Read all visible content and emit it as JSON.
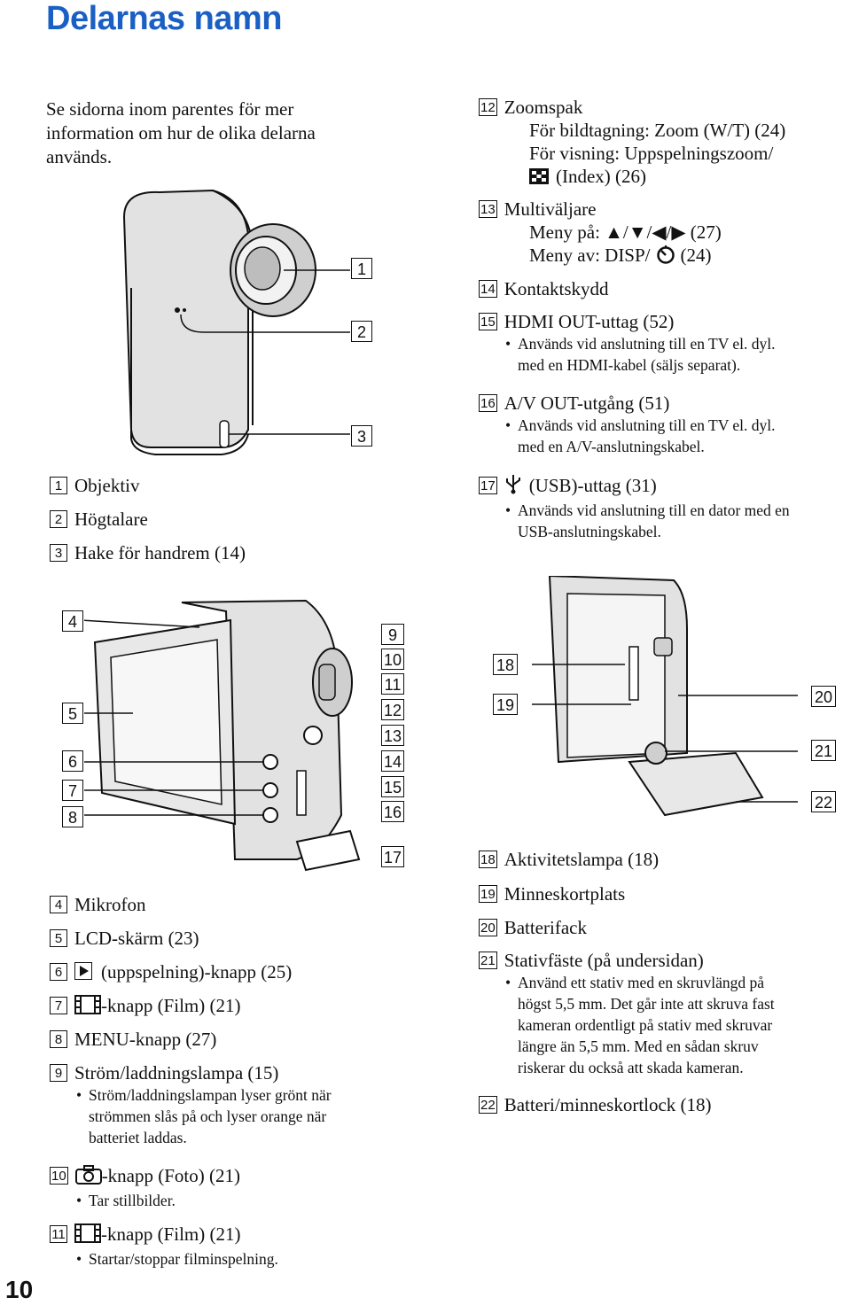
{
  "page": {
    "title": "Delarnas namn",
    "page_number": "10",
    "intro": "Se sidorna inom parentes för mer information om hur de olika delarna används."
  },
  "top_left_items": [
    {
      "num": "1",
      "label": "Objektiv"
    },
    {
      "num": "2",
      "label": "Högtalare"
    },
    {
      "num": "3",
      "label": "Hake för handrem (14)"
    }
  ],
  "top_right": {
    "i12": {
      "num": "12",
      "label": "Zoomspak",
      "line1": "För bildtagning: Zoom (W/T) (24)",
      "line2": "För visning: Uppspelningszoom/",
      "line3": "(Index) (26)"
    },
    "i13": {
      "num": "13",
      "label": "Multiväljare",
      "line1": "Meny på: ▲/▼/◀/▶ (27)",
      "line2a": "Meny av: DISP/",
      "line2b": "(24)"
    },
    "i14": {
      "num": "14",
      "label": "Kontaktskydd"
    },
    "i15": {
      "num": "15",
      "label": "HDMI OUT-uttag (52)",
      "bullet1": "Används vid anslutning till en TV el. dyl.",
      "bullet2": "med en HDMI-kabel (säljs separat)."
    },
    "i16": {
      "num": "16",
      "label": "A/V OUT-utgång (51)",
      "bullet1": "Används vid anslutning till en TV el. dyl.",
      "bullet2": "med en A/V-anslutningskabel."
    },
    "i17": {
      "num": "17",
      "label": "(USB)-uttag  (31)",
      "bullet1": "Används vid anslutning till en dator med en",
      "bullet2": "USB-anslutningskabel."
    }
  },
  "callouts_top": [
    "1",
    "2",
    "3"
  ],
  "callouts_mid_left": [
    "4",
    "5",
    "6",
    "7",
    "8"
  ],
  "callouts_mid_right": [
    "9",
    "10",
    "11",
    "12",
    "13",
    "14",
    "15",
    "16",
    "17"
  ],
  "callouts_right": [
    "18",
    "19",
    "20",
    "21",
    "22"
  ],
  "bottom_left": {
    "i4": {
      "num": "4",
      "label": "Mikrofon"
    },
    "i5": {
      "num": "5",
      "label": "LCD-skärm (23)"
    },
    "i6": {
      "num": "6",
      "label": "(uppspelning)-knapp (25)"
    },
    "i7": {
      "num": "7",
      "label": "-knapp (Film) (21)"
    },
    "i8": {
      "num": "8",
      "label": "MENU-knapp (27)"
    },
    "i9": {
      "num": "9",
      "label": "Ström/laddningslampa (15)",
      "b1": "Ström/laddningslampan lyser grönt när",
      "b2": "strömmen slås på och lyser orange när",
      "b3": "batteriet laddas."
    },
    "i10": {
      "num": "10",
      "label": "-knapp (Foto) (21)",
      "b1": "Tar stillbilder."
    },
    "i11": {
      "num": "11",
      "label": "-knapp (Film) (21)",
      "b1": "Startar/stoppar filminspelning."
    }
  },
  "bottom_right": {
    "i18": {
      "num": "18",
      "label": "Aktivitetslampa (18)"
    },
    "i19": {
      "num": "19",
      "label": "Minneskortplats"
    },
    "i20": {
      "num": "20",
      "label": "Batterifack"
    },
    "i21": {
      "num": "21",
      "label": "Stativfäste (på undersidan)",
      "b1": "Använd ett stativ med en skruvlängd på",
      "b2": "högst 5,5 mm. Det går inte att skruva fast",
      "b3": "kameran ordentligt på stativ med skruvar",
      "b4": "längre än 5,5 mm. Med en sådan skruv",
      "b5": "riskerar du också att skada kameran."
    },
    "i22": {
      "num": "22",
      "label": "Batteri/minneskortlock (18)"
    }
  },
  "colors": {
    "title": "#1a5fc4"
  }
}
